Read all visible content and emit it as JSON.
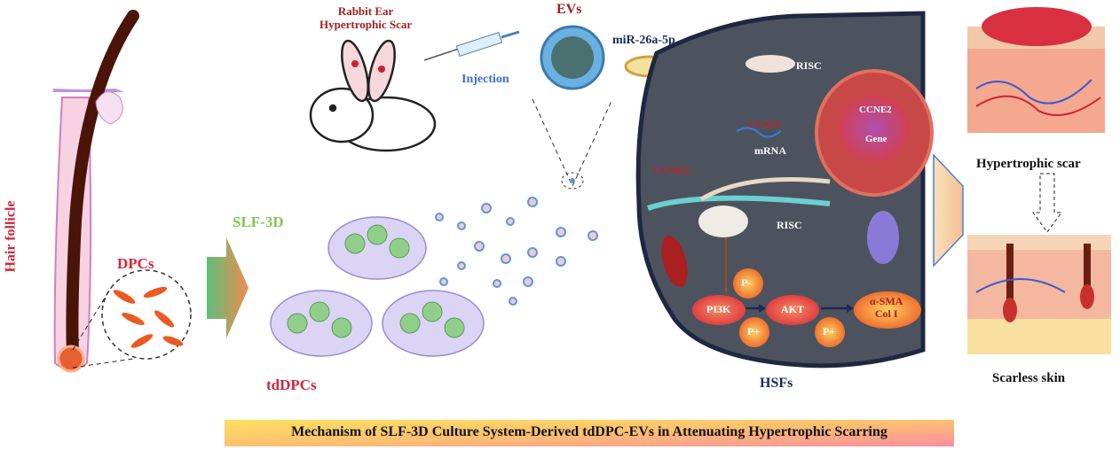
{
  "hair": {
    "label": "Hair follicle",
    "dpcs": "DPCs"
  },
  "culture": {
    "slf": "SLF-3D",
    "tddpcs": "tdDPCs"
  },
  "rabbit": {
    "line1": "Rabbit Ear",
    "line2": "Hypertrophic Scar",
    "injection": "Injection"
  },
  "evs": {
    "label": "EVs",
    "mirna": "miR-26a-5p"
  },
  "cell": {
    "risc_top": "RISC",
    "ccne2_mrna": "CCNE2",
    "mrna": "mRNA",
    "ccne2_gene": "CCNE2",
    "gene": "Gene",
    "ccne2_down": "CCNE2↓",
    "risc": "RISC",
    "p_minus": "P-",
    "pi3k": "PI3K",
    "akt": "AKT",
    "p_plus1": "P+",
    "p_plus2": "P+",
    "target1": "α-SMA",
    "target2": "Col I",
    "name": "HSFs"
  },
  "outcome": {
    "scar": "Hypertrophic scar",
    "scarless": "Scarless skin"
  },
  "title": "Mechanism of SLF-3D Culture System-Derived tdDPC-EVs in Attenuating Hypertrophic Scarring",
  "colors": {
    "red": "#d0263a",
    "green": "#7ec850",
    "navy": "#1a2a5a",
    "blue": "#3a6fd0",
    "cell": "#4a4f5a"
  }
}
